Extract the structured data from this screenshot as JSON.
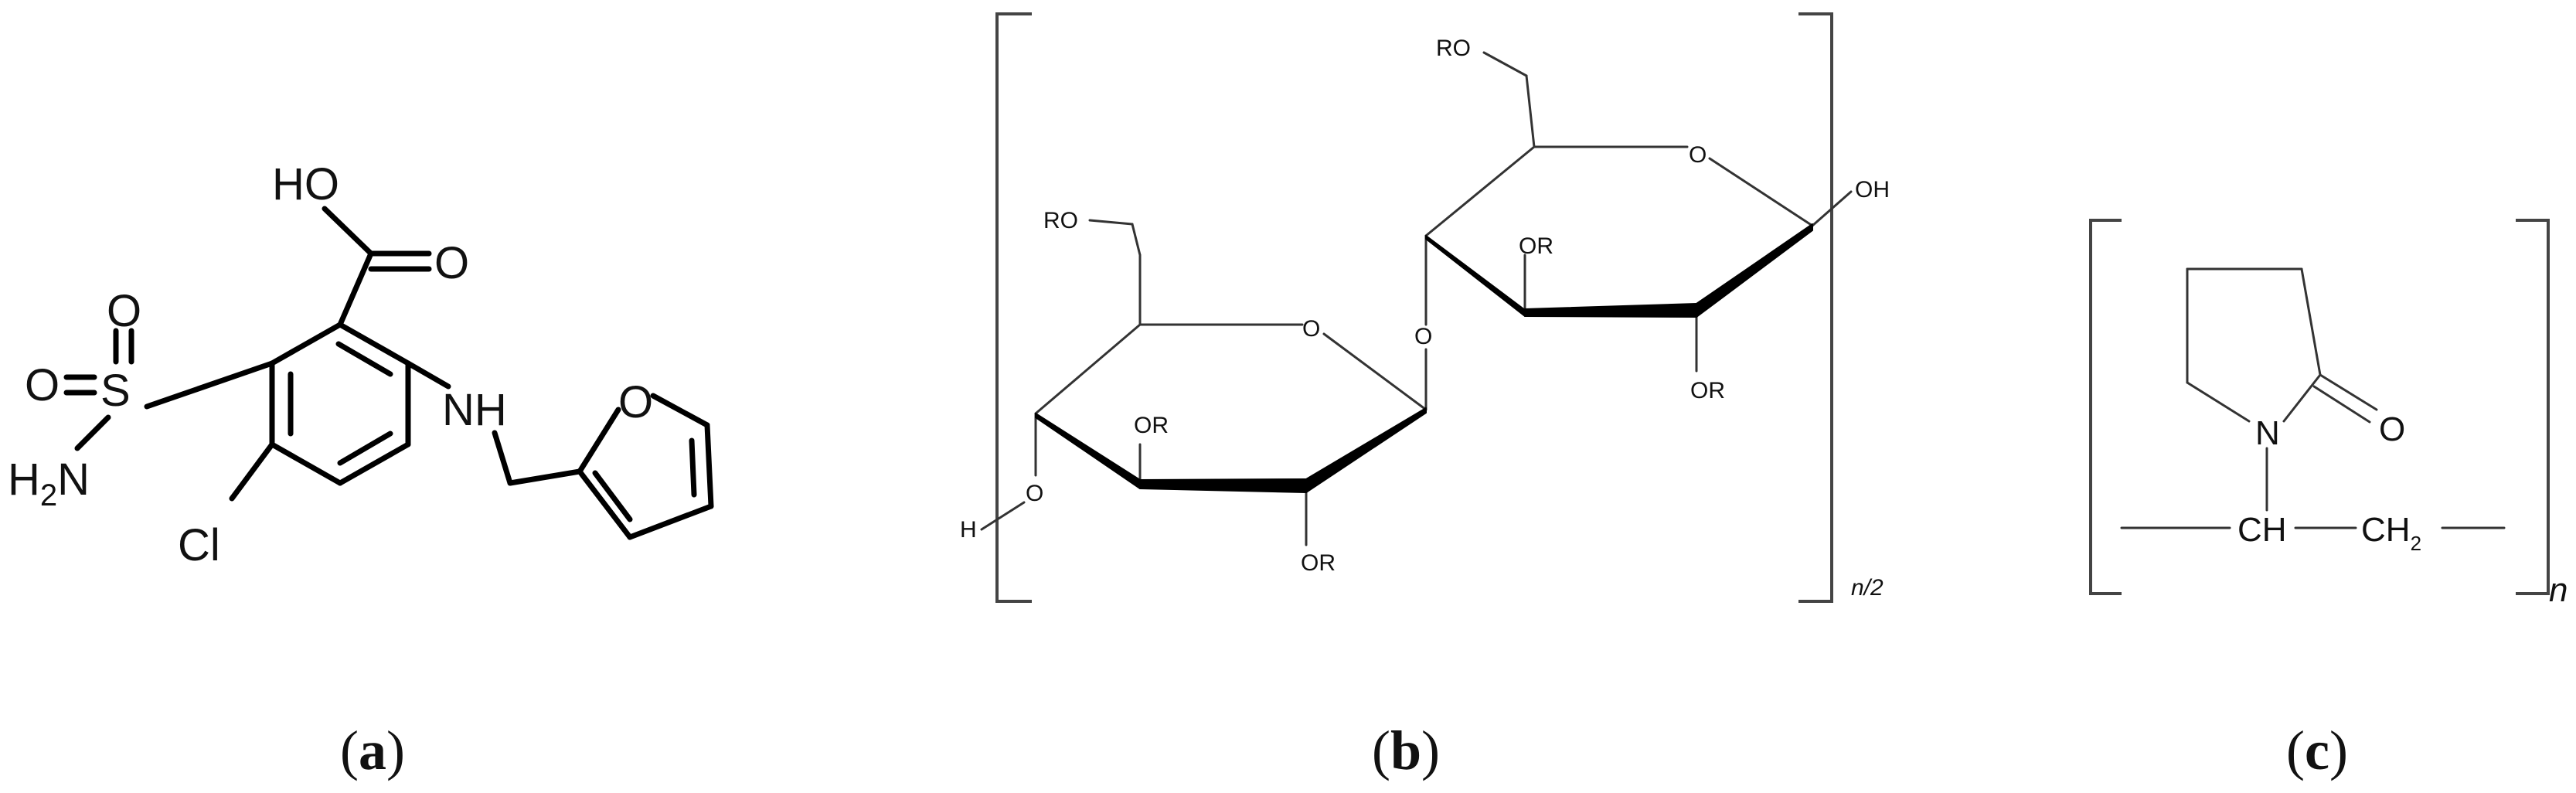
{
  "panel_a": {
    "caption_open": "(",
    "caption_letter": "a",
    "caption_close": ")",
    "labels": {
      "hydroxyl": "HO",
      "carbonyl_o": "O",
      "sulfonyl_o_top": "O",
      "sulfonyl_o_left": "O",
      "sulfur": "S",
      "amine": "H",
      "amine_sub": "2",
      "amine_n": "N",
      "chloro": "Cl",
      "nh": "NH",
      "furan_o": "O"
    }
  },
  "panel_b": {
    "caption_open": "(",
    "caption_letter": "b",
    "caption_close": ")",
    "labels": {
      "ro_top": "RO",
      "ring_o_right": "O",
      "oh": "OH",
      "or_right_a": "OR",
      "or_right_b": "OR",
      "bridge_o": "O",
      "ro_left": "RO",
      "ring_o_left": "O",
      "or_left_a": "OR",
      "or_left_b": "OR",
      "end_o": "O",
      "end_h": "H",
      "repeat": "n/2"
    }
  },
  "panel_c": {
    "caption_open": "(",
    "caption_letter": "c",
    "caption_close": ")",
    "labels": {
      "n_atom": "N",
      "carbonyl_o": "O",
      "ch": "CH",
      "ch2": "CH",
      "ch2_sub": "2",
      "repeat": "n"
    }
  }
}
